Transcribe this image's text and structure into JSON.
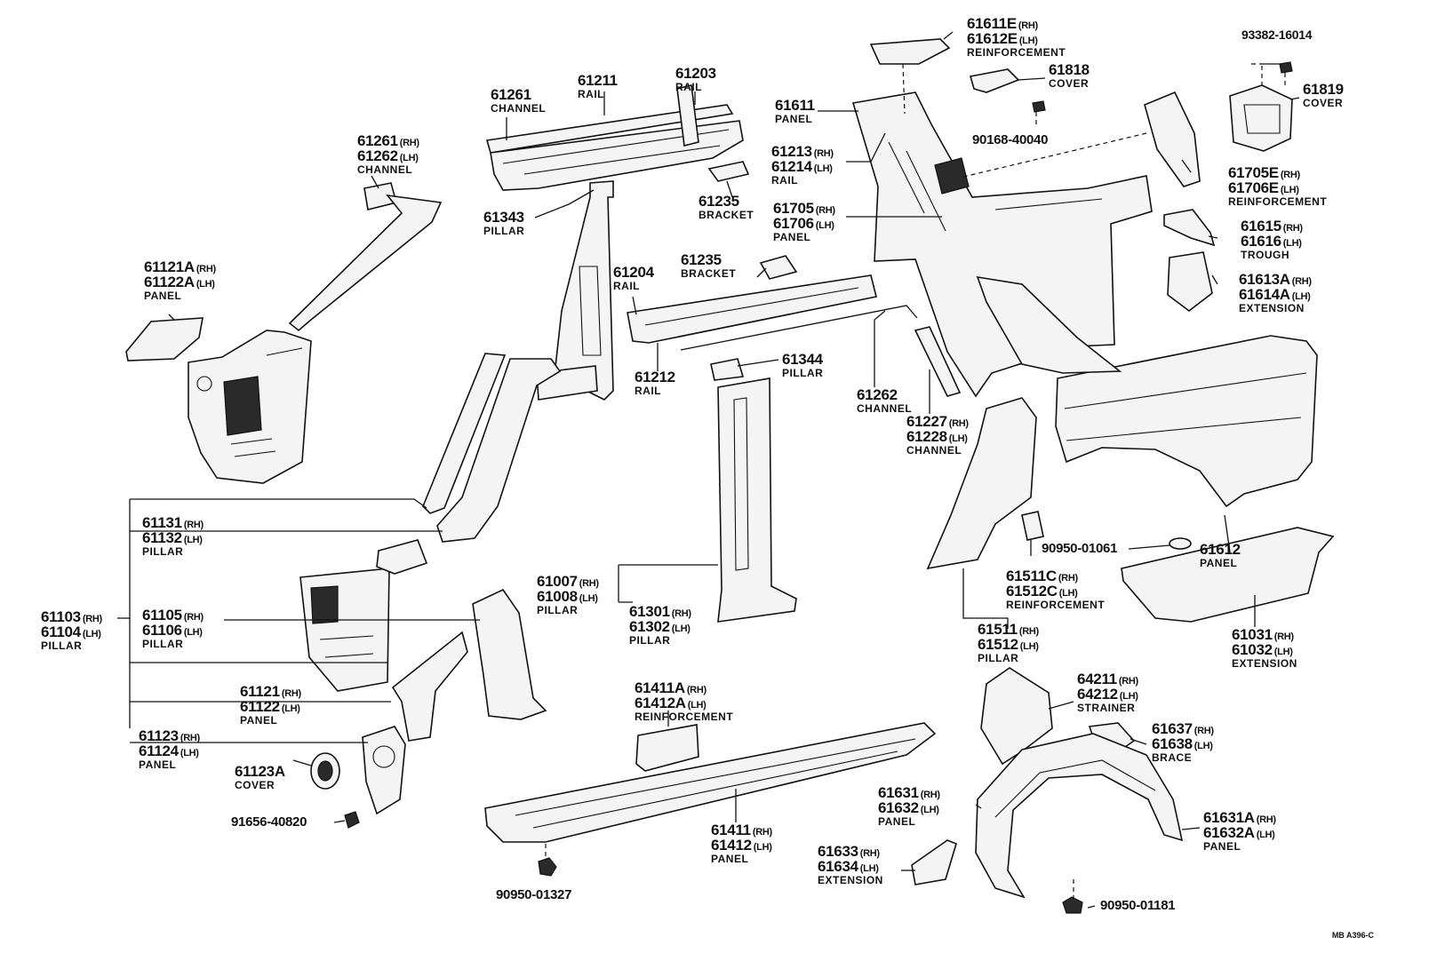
{
  "diagram_code": "MB  A396-C",
  "callouts": [
    {
      "id": "c1",
      "parts": [
        {
          "pn": "61611E",
          "tag": "(RH)"
        },
        {
          "pn": "61612E",
          "tag": "(LH)"
        }
      ],
      "name": "REINFORCEMENT"
    },
    {
      "id": "c2",
      "parts": [
        {
          "pn": "93382-16014",
          "tag": ""
        }
      ],
      "name": ""
    },
    {
      "id": "c3",
      "parts": [
        {
          "pn": "61818",
          "tag": ""
        }
      ],
      "name": "COVER"
    },
    {
      "id": "c4",
      "parts": [
        {
          "pn": "61819",
          "tag": ""
        }
      ],
      "name": "COVER"
    },
    {
      "id": "c5",
      "parts": [
        {
          "pn": "61211",
          "tag": ""
        }
      ],
      "name": "RAIL"
    },
    {
      "id": "c6",
      "parts": [
        {
          "pn": "61203",
          "tag": ""
        }
      ],
      "name": "RAIL"
    },
    {
      "id": "c7",
      "parts": [
        {
          "pn": "61261",
          "tag": ""
        }
      ],
      "name": "CHANNEL"
    },
    {
      "id": "c8",
      "parts": [
        {
          "pn": "61611",
          "tag": ""
        }
      ],
      "name": "PANEL"
    },
    {
      "id": "c9",
      "parts": [
        {
          "pn": "90168-40040",
          "tag": ""
        }
      ],
      "name": ""
    },
    {
      "id": "c10",
      "parts": [
        {
          "pn": "61261",
          "tag": "(RH)"
        },
        {
          "pn": "61262",
          "tag": "(LH)"
        }
      ],
      "name": "CHANNEL"
    },
    {
      "id": "c11",
      "parts": [
        {
          "pn": "61213",
          "tag": "(RH)"
        },
        {
          "pn": "61214",
          "tag": "(LH)"
        }
      ],
      "name": "RAIL"
    },
    {
      "id": "c12",
      "parts": [
        {
          "pn": "61705E",
          "tag": "(RH)"
        },
        {
          "pn": "61706E",
          "tag": "(LH)"
        }
      ],
      "name": "REINFORCEMENT"
    },
    {
      "id": "c13",
      "parts": [
        {
          "pn": "61235",
          "tag": ""
        }
      ],
      "name": "BRACKET"
    },
    {
      "id": "c14",
      "parts": [
        {
          "pn": "61343",
          "tag": ""
        }
      ],
      "name": "PILLAR"
    },
    {
      "id": "c15",
      "parts": [
        {
          "pn": "61705",
          "tag": "(RH)"
        },
        {
          "pn": "61706",
          "tag": "(LH)"
        }
      ],
      "name": "PANEL"
    },
    {
      "id": "c16",
      "parts": [
        {
          "pn": "61615",
          "tag": "(RH)"
        },
        {
          "pn": "61616",
          "tag": "(LH)"
        }
      ],
      "name": "TROUGH"
    },
    {
      "id": "c17",
      "parts": [
        {
          "pn": "61121A",
          "tag": "(RH)"
        },
        {
          "pn": "61122A",
          "tag": "(LH)"
        }
      ],
      "name": "PANEL"
    },
    {
      "id": "c18",
      "parts": [
        {
          "pn": "61235",
          "tag": ""
        }
      ],
      "name": "BRACKET"
    },
    {
      "id": "c19",
      "parts": [
        {
          "pn": "61204",
          "tag": ""
        }
      ],
      "name": "RAIL"
    },
    {
      "id": "c20",
      "parts": [
        {
          "pn": "61613A",
          "tag": "(RH)"
        },
        {
          "pn": "61614A",
          "tag": "(LH)"
        }
      ],
      "name": "EXTENSION"
    },
    {
      "id": "c21",
      "parts": [
        {
          "pn": "61344",
          "tag": ""
        }
      ],
      "name": "PILLAR"
    },
    {
      "id": "c22",
      "parts": [
        {
          "pn": "61212",
          "tag": ""
        }
      ],
      "name": "RAIL"
    },
    {
      "id": "c23",
      "parts": [
        {
          "pn": "61262",
          "tag": ""
        }
      ],
      "name": "CHANNEL"
    },
    {
      "id": "c24",
      "parts": [
        {
          "pn": "61227",
          "tag": "(RH)"
        },
        {
          "pn": "61228",
          "tag": "(LH)"
        }
      ],
      "name": "CHANNEL"
    },
    {
      "id": "c25",
      "parts": [
        {
          "pn": "61131",
          "tag": "(RH)"
        },
        {
          "pn": "61132",
          "tag": "(LH)"
        }
      ],
      "name": "PILLAR"
    },
    {
      "id": "c26",
      "parts": [
        {
          "pn": "90950-01061",
          "tag": ""
        }
      ],
      "name": ""
    },
    {
      "id": "c27",
      "parts": [
        {
          "pn": "61612",
          "tag": ""
        }
      ],
      "name": "PANEL"
    },
    {
      "id": "c28",
      "parts": [
        {
          "pn": "61007",
          "tag": "(RH)"
        },
        {
          "pn": "61008",
          "tag": "(LH)"
        }
      ],
      "name": "PILLAR"
    },
    {
      "id": "c29",
      "parts": [
        {
          "pn": "61511C",
          "tag": "(RH)"
        },
        {
          "pn": "61512C",
          "tag": "(LH)"
        }
      ],
      "name": "REINFORCEMENT"
    },
    {
      "id": "c30",
      "parts": [
        {
          "pn": "61103",
          "tag": "(RH)"
        },
        {
          "pn": "61104",
          "tag": "(LH)"
        }
      ],
      "name": "PILLAR"
    },
    {
      "id": "c31",
      "parts": [
        {
          "pn": "61105",
          "tag": "(RH)"
        },
        {
          "pn": "61106",
          "tag": "(LH)"
        }
      ],
      "name": "PILLAR"
    },
    {
      "id": "c32",
      "parts": [
        {
          "pn": "61301",
          "tag": "(RH)"
        },
        {
          "pn": "61302",
          "tag": "(LH)"
        }
      ],
      "name": "PILLAR"
    },
    {
      "id": "c33",
      "parts": [
        {
          "pn": "61511",
          "tag": "(RH)"
        },
        {
          "pn": "61512",
          "tag": "(LH)"
        }
      ],
      "name": "PILLAR"
    },
    {
      "id": "c34",
      "parts": [
        {
          "pn": "61031",
          "tag": "(RH)"
        },
        {
          "pn": "61032",
          "tag": "(LH)"
        }
      ],
      "name": "EXTENSION"
    },
    {
      "id": "c35",
      "parts": [
        {
          "pn": "64211",
          "tag": "(RH)"
        },
        {
          "pn": "64212",
          "tag": "(LH)"
        }
      ],
      "name": "STRAINER"
    },
    {
      "id": "c36",
      "parts": [
        {
          "pn": "61411A",
          "tag": "(RH)"
        },
        {
          "pn": "61412A",
          "tag": "(LH)"
        }
      ],
      "name": "REINFORCEMENT"
    },
    {
      "id": "c37",
      "parts": [
        {
          "pn": "61121",
          "tag": "(RH)"
        },
        {
          "pn": "61122",
          "tag": "(LH)"
        }
      ],
      "name": "PANEL"
    },
    {
      "id": "c38",
      "parts": [
        {
          "pn": "61637",
          "tag": "(RH)"
        },
        {
          "pn": "61638",
          "tag": "(LH)"
        }
      ],
      "name": "BRACE"
    },
    {
      "id": "c39",
      "parts": [
        {
          "pn": "61123",
          "tag": "(RH)"
        },
        {
          "pn": "61124",
          "tag": "(LH)"
        }
      ],
      "name": "PANEL"
    },
    {
      "id": "c40",
      "parts": [
        {
          "pn": "61123A",
          "tag": ""
        }
      ],
      "name": "COVER"
    },
    {
      "id": "c41",
      "parts": [
        {
          "pn": "61631",
          "tag": "(RH)"
        },
        {
          "pn": "61632",
          "tag": "(LH)"
        }
      ],
      "name": "PANEL"
    },
    {
      "id": "c42",
      "parts": [
        {
          "pn": "61631A",
          "tag": "(RH)"
        },
        {
          "pn": "61632A",
          "tag": "(LH)"
        }
      ],
      "name": "PANEL"
    },
    {
      "id": "c43",
      "parts": [
        {
          "pn": "61411",
          "tag": "(RH)"
        },
        {
          "pn": "61412",
          "tag": "(LH)"
        }
      ],
      "name": "PANEL"
    },
    {
      "id": "c44",
      "parts": [
        {
          "pn": "91656-40820",
          "tag": ""
        }
      ],
      "name": ""
    },
    {
      "id": "c45",
      "parts": [
        {
          "pn": "61633",
          "tag": "(RH)"
        },
        {
          "pn": "61634",
          "tag": "(LH)"
        }
      ],
      "name": "EXTENSION"
    },
    {
      "id": "c46",
      "parts": [
        {
          "pn": "90950-01327",
          "tag": ""
        }
      ],
      "name": ""
    },
    {
      "id": "c47",
      "parts": [
        {
          "pn": "90950-01181",
          "tag": ""
        }
      ],
      "name": ""
    }
  ]
}
